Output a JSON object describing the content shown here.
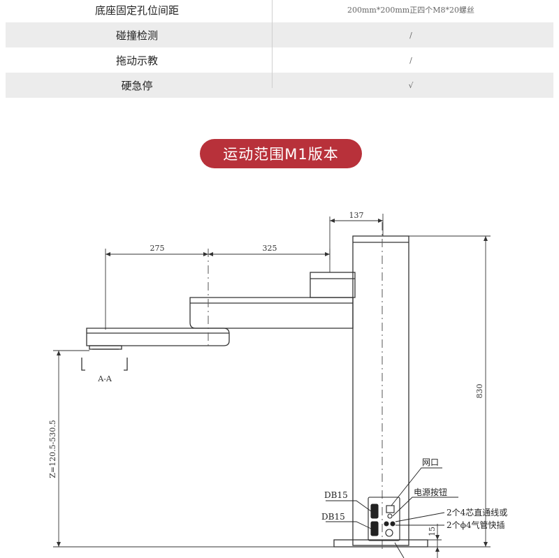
{
  "spec_table": {
    "rows": [
      {
        "label": "底座固定孔位间距",
        "value": "200mm*200mm正四个M8*20螺丝"
      },
      {
        "label": "碰撞检测",
        "value": "/"
      },
      {
        "label": "拖动示教",
        "value": "/"
      },
      {
        "label": "硬急停",
        "value": "√"
      }
    ]
  },
  "section_title": "运动范围M1版本",
  "drawing": {
    "dim_top_offset": "137",
    "dim_arm1": "275",
    "dim_arm2": "325",
    "dim_height": "830",
    "dim_z_range": "Z=120.5-530.5",
    "dim_base": "15",
    "section_label": "A-A",
    "callouts": {
      "network_port": "网口",
      "power_button": "电源按钮",
      "db15_top": "DB15",
      "db15_bottom": "DB15",
      "wires": "2个4芯直通线或",
      "air": "2个ϕ4气管快插"
    }
  },
  "colors": {
    "accent": "#b8313a",
    "line": "#333333",
    "shade": "#ececec"
  }
}
